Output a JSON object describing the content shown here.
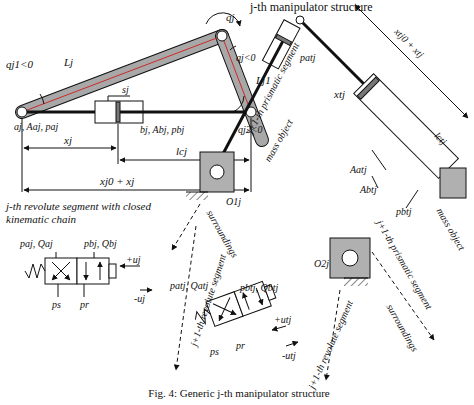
{
  "diagram": {
    "title": "j-th manipulator structure",
    "caption": "Fig. 4: Generic j-th manipulator structure",
    "labels": [
      "q̇j",
      "qj1<0",
      "Lj",
      "qj<0",
      "Lj1",
      "qj2<0",
      "aj, Aaj, paj",
      "sj",
      "bj, Abj, pbj",
      "xj",
      "lcj",
      "xj0 + xj",
      "j-th revolute segment with closed kinematic chain",
      "paj, Qaj",
      "pbj, Qbj",
      "+uj",
      "-uj",
      "ps",
      "pr",
      "j+1-th prismatic segment",
      "patj",
      "mass object",
      "O1j",
      "surroundings",
      "j+1-th revolute segment",
      "patj, Qatj",
      "pbtj, Qbtj",
      "+utj",
      "-utj",
      "ps",
      "pr",
      "xtj",
      "xtj0 + xtj",
      "lctj",
      "Aatj",
      "Abtj",
      "pbtj",
      "j+1-th prismatic segment",
      "mass object",
      "O2j",
      "surroundings",
      "j+1-th revolute segment"
    ]
  }
}
